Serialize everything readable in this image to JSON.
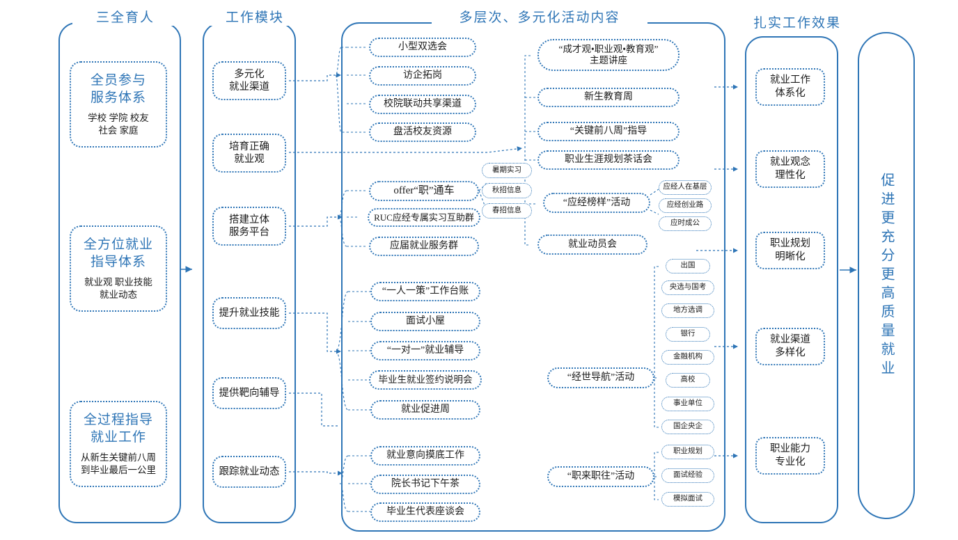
{
  "columns": {
    "c1": {
      "title": "三全育人"
    },
    "c2": {
      "title": "工作模块"
    },
    "c3": {
      "title": "多层次、多元化活动内容"
    },
    "c4": {
      "title": "扎实工作效果"
    }
  },
  "pillars": [
    {
      "head": "全员参与\n服务体系",
      "head_l1": "全员参与",
      "head_l2": "服务体系",
      "sub_l1": "学校 学院 校友",
      "sub_l2": "社会 家庭"
    },
    {
      "head_l1": "全方位就业",
      "head_l2": "指导体系",
      "sub_l1": "就业观 职业技能",
      "sub_l2": "就业动态"
    },
    {
      "head_l1": "全过程指导",
      "head_l2": "就业工作",
      "sub_l1": "从新生关键前八周",
      "sub_l2": "到毕业最后一公里"
    }
  ],
  "modules": [
    {
      "l1": "多元化",
      "l2": "就业渠道"
    },
    {
      "l1": "培育正确",
      "l2": "就业观"
    },
    {
      "l1": "搭建立体",
      "l2": "服务平台"
    },
    {
      "l1": "提升就业技能",
      "l2": ""
    },
    {
      "l1": "提供靶向辅导",
      "l2": ""
    },
    {
      "l1": "跟踪就业动态",
      "l2": ""
    }
  ],
  "group_channels": [
    "小型双选会",
    "访企拓岗",
    "校院联动共享渠道",
    "盘活校友资源"
  ],
  "group_platform": [
    "offer“职”通车",
    "RUC应经专属实习互助群",
    "应届就业服务群"
  ],
  "group_platform_subs": [
    "暑期实习",
    "秋招信息",
    "春招信息"
  ],
  "group_skills": [
    "“一人一策”工作台账",
    "面试小屋",
    "“一对一”就业辅导",
    "毕业生就业签约说明会",
    "就业促进周"
  ],
  "group_tracking": [
    "就业意向摸底工作",
    "院长书记下午茶",
    "毕业生代表座谈会"
  ],
  "group_values": [
    {
      "l1": "“成才观•职业观•教育观”",
      "l2": "主题讲座"
    },
    {
      "l1": "新生教育周",
      "l2": ""
    },
    {
      "l1": "“关键前八周”指导",
      "l2": ""
    },
    {
      "l1": "职业生涯规划茶话会",
      "l2": ""
    },
    {
      "l1": "“应经榜样”活动",
      "l2": ""
    },
    {
      "l1": "就业动员会",
      "l2": ""
    }
  ],
  "group_model_subs": [
    "应经人在基层",
    "应经创业路",
    "应时成公"
  ],
  "activity_navigation": "“经世导航”活动",
  "activity_career": "“职来职往”活动",
  "group_navigation_subs": [
    "出国",
    "央选与国考",
    "地方选调",
    "银行",
    "金融机构",
    "高校",
    "事业单位",
    "国企央企"
  ],
  "group_career_subs": [
    "职业规划",
    "面试经验",
    "模拟面试"
  ],
  "results": [
    {
      "l1": "就业工作",
      "l2": "体系化"
    },
    {
      "l1": "就业观念",
      "l2": "理性化"
    },
    {
      "l1": "职业规划",
      "l2": "明晰化"
    },
    {
      "l1": "就业渠道",
      "l2": "多样化"
    },
    {
      "l1": "职业能力",
      "l2": "专业化"
    }
  ],
  "final_goal": "促进更充分更高质量就业",
  "colors": {
    "accent": "#2e75b6",
    "text": "#1a1a1a",
    "background": "#ffffff"
  }
}
